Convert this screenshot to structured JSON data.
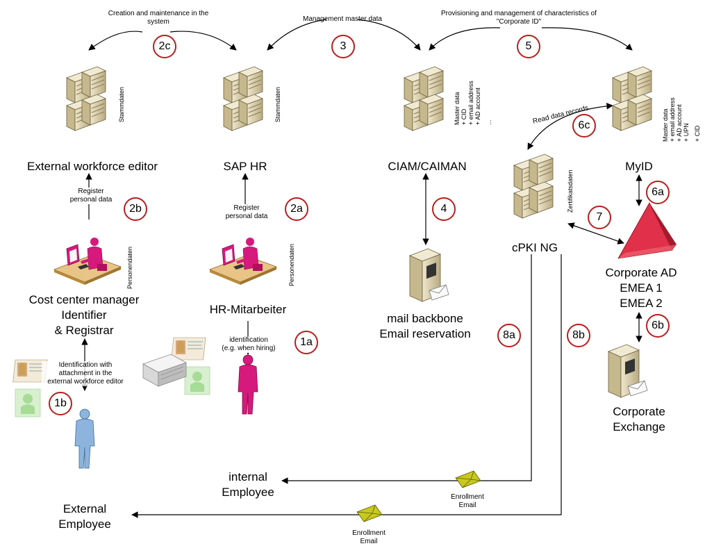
{
  "top_labels": {
    "creation": "Creation and maintenance in the\nsystem",
    "management": "Management master data",
    "provisioning": "Provisioning and management of characteristics of\n\"Corporate ID\""
  },
  "badges": {
    "b2c": "2c",
    "b3": "3",
    "b5": "5",
    "b6c": "6c",
    "b2b": "2b",
    "b2a": "2a",
    "b4": "4",
    "b7": "7",
    "b6a": "6a",
    "b1a": "1a",
    "b1b": "1b",
    "b8a": "8a",
    "b8b": "8b",
    "b6b": "6b"
  },
  "nodes": {
    "ext_editor": "External workforce editor",
    "sap_hr": "SAP HR",
    "ciam": "CIAM/CAIMAN",
    "myid": "MyID",
    "cpki": "cPKI NG",
    "corp_ad": "Corporate AD\nEMEA 1\nEMEA 2",
    "mail_backbone": "mail backbone\nEmail reservation",
    "cost_center": "Cost center manager\nIdentifier\n& Registrar",
    "hr_mitarbeiter": "HR-Mitarbeiter",
    "corp_exchange": "Corporate\nExchange",
    "internal_employee": "internal\nEmployee",
    "external_employee": "External\nEmployee"
  },
  "vertical_labels": {
    "stammdaten1": "Stammdaten",
    "stammdaten2": "Stammdaten",
    "personendaten1": "Personendaten",
    "personendaten2": "Personendaten",
    "zertifikatsdaten": "Zertifikatsdaten",
    "ciam_attrs": [
      "Master data",
      "+ CID",
      "+ email address",
      "+ AD account",
      "..."
    ],
    "myid_attrs": [
      "Master data",
      "+ email address",
      "+ AD account",
      "+ UPN",
      "+ CID"
    ]
  },
  "edge_labels": {
    "register_pd_1": "Register\npersonal data",
    "register_pd_2": "Register\npersonal data",
    "identification_hiring": "identification\n(e.g. when hiring)",
    "identification_attachment": "Identification with\nattachment in the\nexternal workforce editor",
    "read_data_records": "Read data records",
    "enrollment_email_1": "Enrollment\nEmail",
    "enrollment_email_2": "Enrollment\nEmail"
  },
  "colors": {
    "badge_border": "#b81d1d",
    "server": "#d9cda8",
    "person_internal": "#d6197c",
    "person_external": "#8db4dc",
    "ad_pyramid": "#e0304a",
    "envelope": "#c8c820"
  }
}
